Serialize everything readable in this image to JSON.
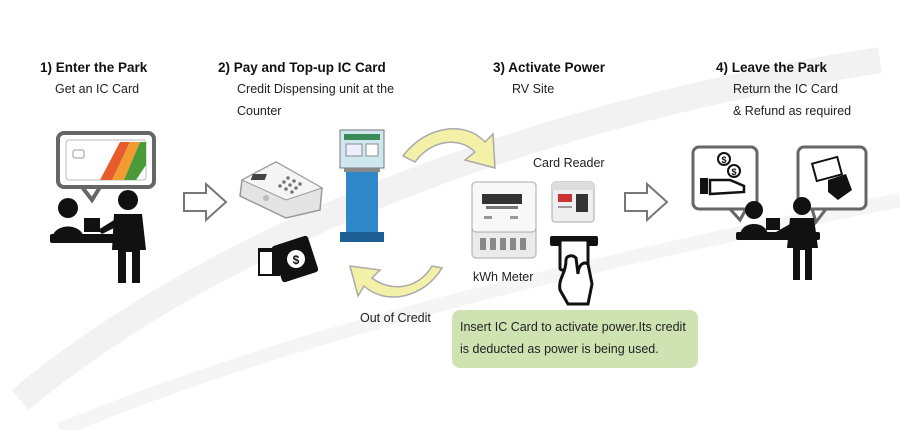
{
  "steps": [
    {
      "title": "1) Enter the Park",
      "sub1": "Get an IC Card",
      "sub2": ""
    },
    {
      "title": "2) Pay and Top-up IC Card",
      "sub1": "Credit Dispensing unit at the",
      "sub2": "Counter"
    },
    {
      "title": "3) Activate Power",
      "sub1": "RV Site",
      "sub2": ""
    },
    {
      "title": "4) Leave the Park",
      "sub1": "Return the IC Card",
      "sub2": "& Refund as required"
    }
  ],
  "labels": {
    "card_reader": "Card Reader",
    "kwh_meter": "kWh Meter",
    "out_of_credit": "Out of Credit"
  },
  "info": {
    "line1": "Insert IC Card to activate power.Its credit",
    "line2": "is deducted as power is being used."
  },
  "colors": {
    "accent_green": "#cfe3b2",
    "arrow_yellow": "#f3f0a8",
    "kiosk_blue": "#2f86c8"
  }
}
